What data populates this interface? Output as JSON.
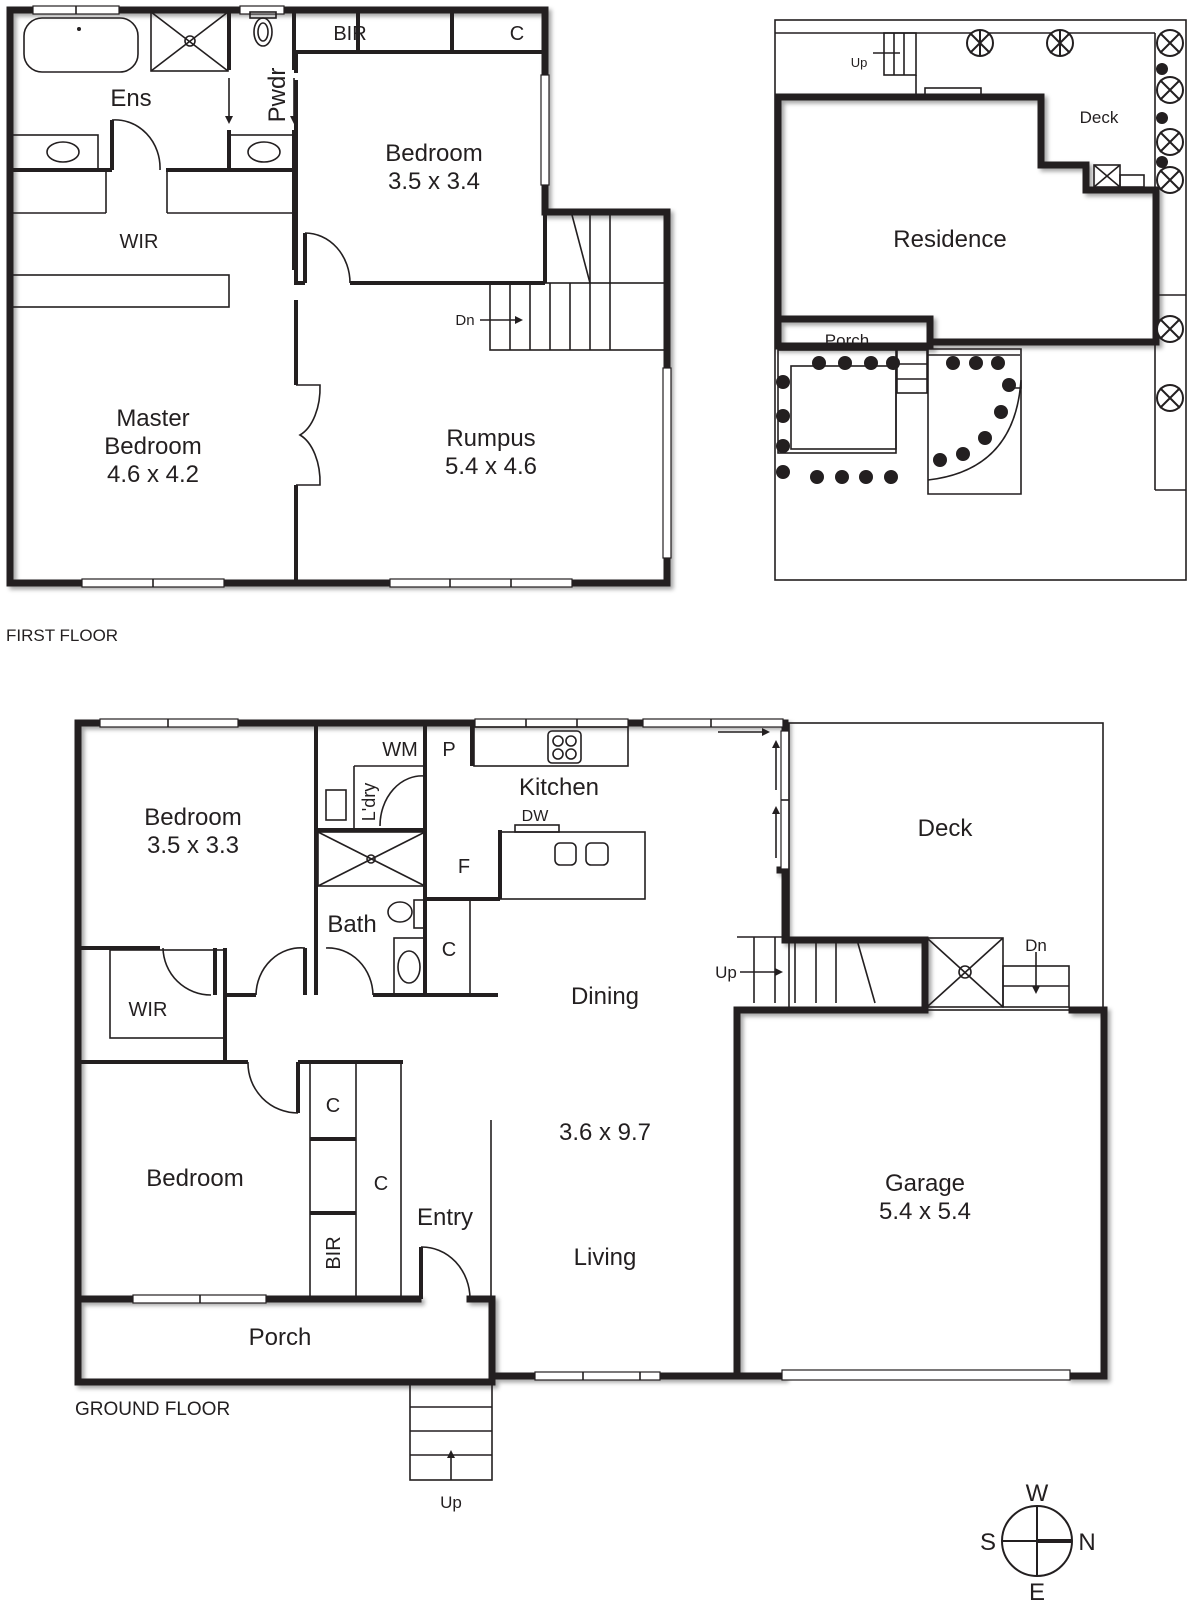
{
  "first_floor": {
    "caption": "FIRST FLOOR",
    "rooms": {
      "ensuite": "Ens",
      "powder": "Pwdr",
      "bir": "BIR",
      "cupboard": "C",
      "bedroom_name": "Bedroom",
      "bedroom_size": "3.5 x 3.4",
      "wir": "WIR",
      "master_line1": "Master",
      "master_line2": "Bedroom",
      "master_size": "4.6 x 4.2",
      "rumpus_name": "Rumpus",
      "rumpus_size": "5.4 x 4.6",
      "stairs": "Dn"
    }
  },
  "site_plan": {
    "residence": "Residence",
    "deck": "Deck",
    "porch": "Porch",
    "stairs": "Up"
  },
  "ground_floor": {
    "caption": "GROUND FLOOR",
    "rooms": {
      "laundry_wm": "WM",
      "pantry": "P",
      "laundry": "L'dry",
      "kitchen": "Kitchen",
      "dishwasher": "DW",
      "fridge": "F",
      "bedroom1_name": "Bedroom",
      "bedroom1_size": "3.5 x 3.3",
      "bath": "Bath",
      "linen": "C",
      "wir": "WIR",
      "dining": "Dining",
      "living_size": "3.6 x 9.7",
      "living": "Living",
      "bedroom2_name": "Bedroom",
      "cupboard1": "C",
      "cupboard2": "C",
      "bir": "BIR",
      "entry": "Entry",
      "porch": "Porch",
      "deck": "Deck",
      "stairs_up": "Up",
      "stairs_dn": "Dn",
      "garage_name": "Garage",
      "garage_size": "5.4 x 5.4",
      "front_stairs": "Up"
    }
  },
  "compass": {
    "north": "N",
    "south": "S",
    "east": "E",
    "west": "W"
  }
}
